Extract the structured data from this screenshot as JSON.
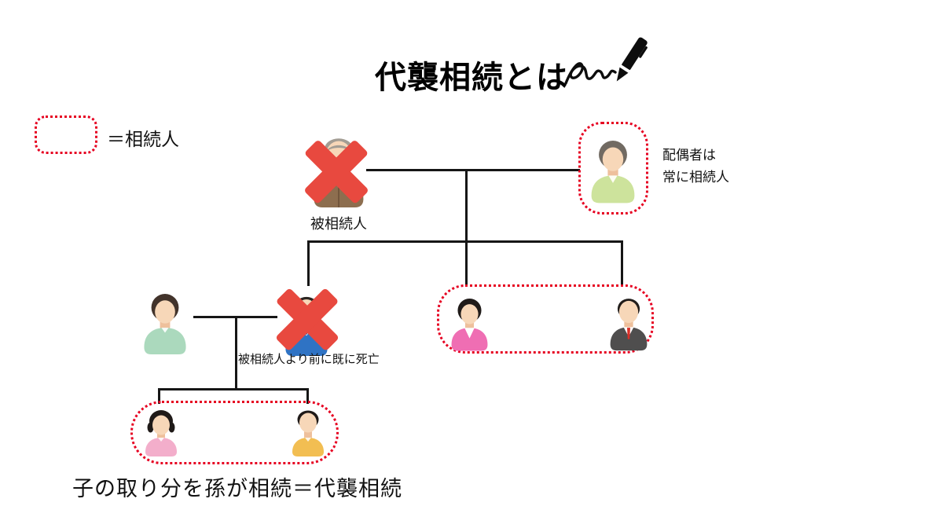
{
  "title": {
    "text": "代襲相続とは"
  },
  "legend": {
    "label": "＝相続人"
  },
  "labels": {
    "decedent": "被相続人",
    "spouse_note_line1": "配偶者は",
    "spouse_note_line2": "常に相続人",
    "predeceased_note": "被相続人より前に既に死亡",
    "caption": "子の取り分を孫が相続＝代襲相続"
  },
  "icons": {
    "pen": "pen-signature-icon",
    "decedent": "elderly-man-icon",
    "spouse": "gray-haired-woman-icon",
    "daughter_in_law": "mint-woman-icon",
    "predeceased_son": "blue-suit-man-icon",
    "daughter": "pink-woman-icon",
    "son": "gray-suit-man-icon",
    "granddaughter": "girl-icon",
    "grandson": "boy-icon",
    "deceased_mark": "red-cross-icon"
  },
  "colors": {
    "background": "#ffffff",
    "line_black": "#161616",
    "heir_border_red": "#e60021",
    "cross_red": "#e8493f",
    "decedent_body": "#8d6e4f",
    "spouse_body": "#cde39c",
    "daughter_in_law_body": "#abd9bd",
    "predeceased_son_body": "#2f73c4",
    "daughter_body": "#ef6eb3",
    "son_body": "#4f4e4e",
    "son_tie": "#d92f27",
    "granddaughter_body": "#f3aecb",
    "grandson_body": "#f2be52",
    "skin": "#f7d7b8"
  }
}
